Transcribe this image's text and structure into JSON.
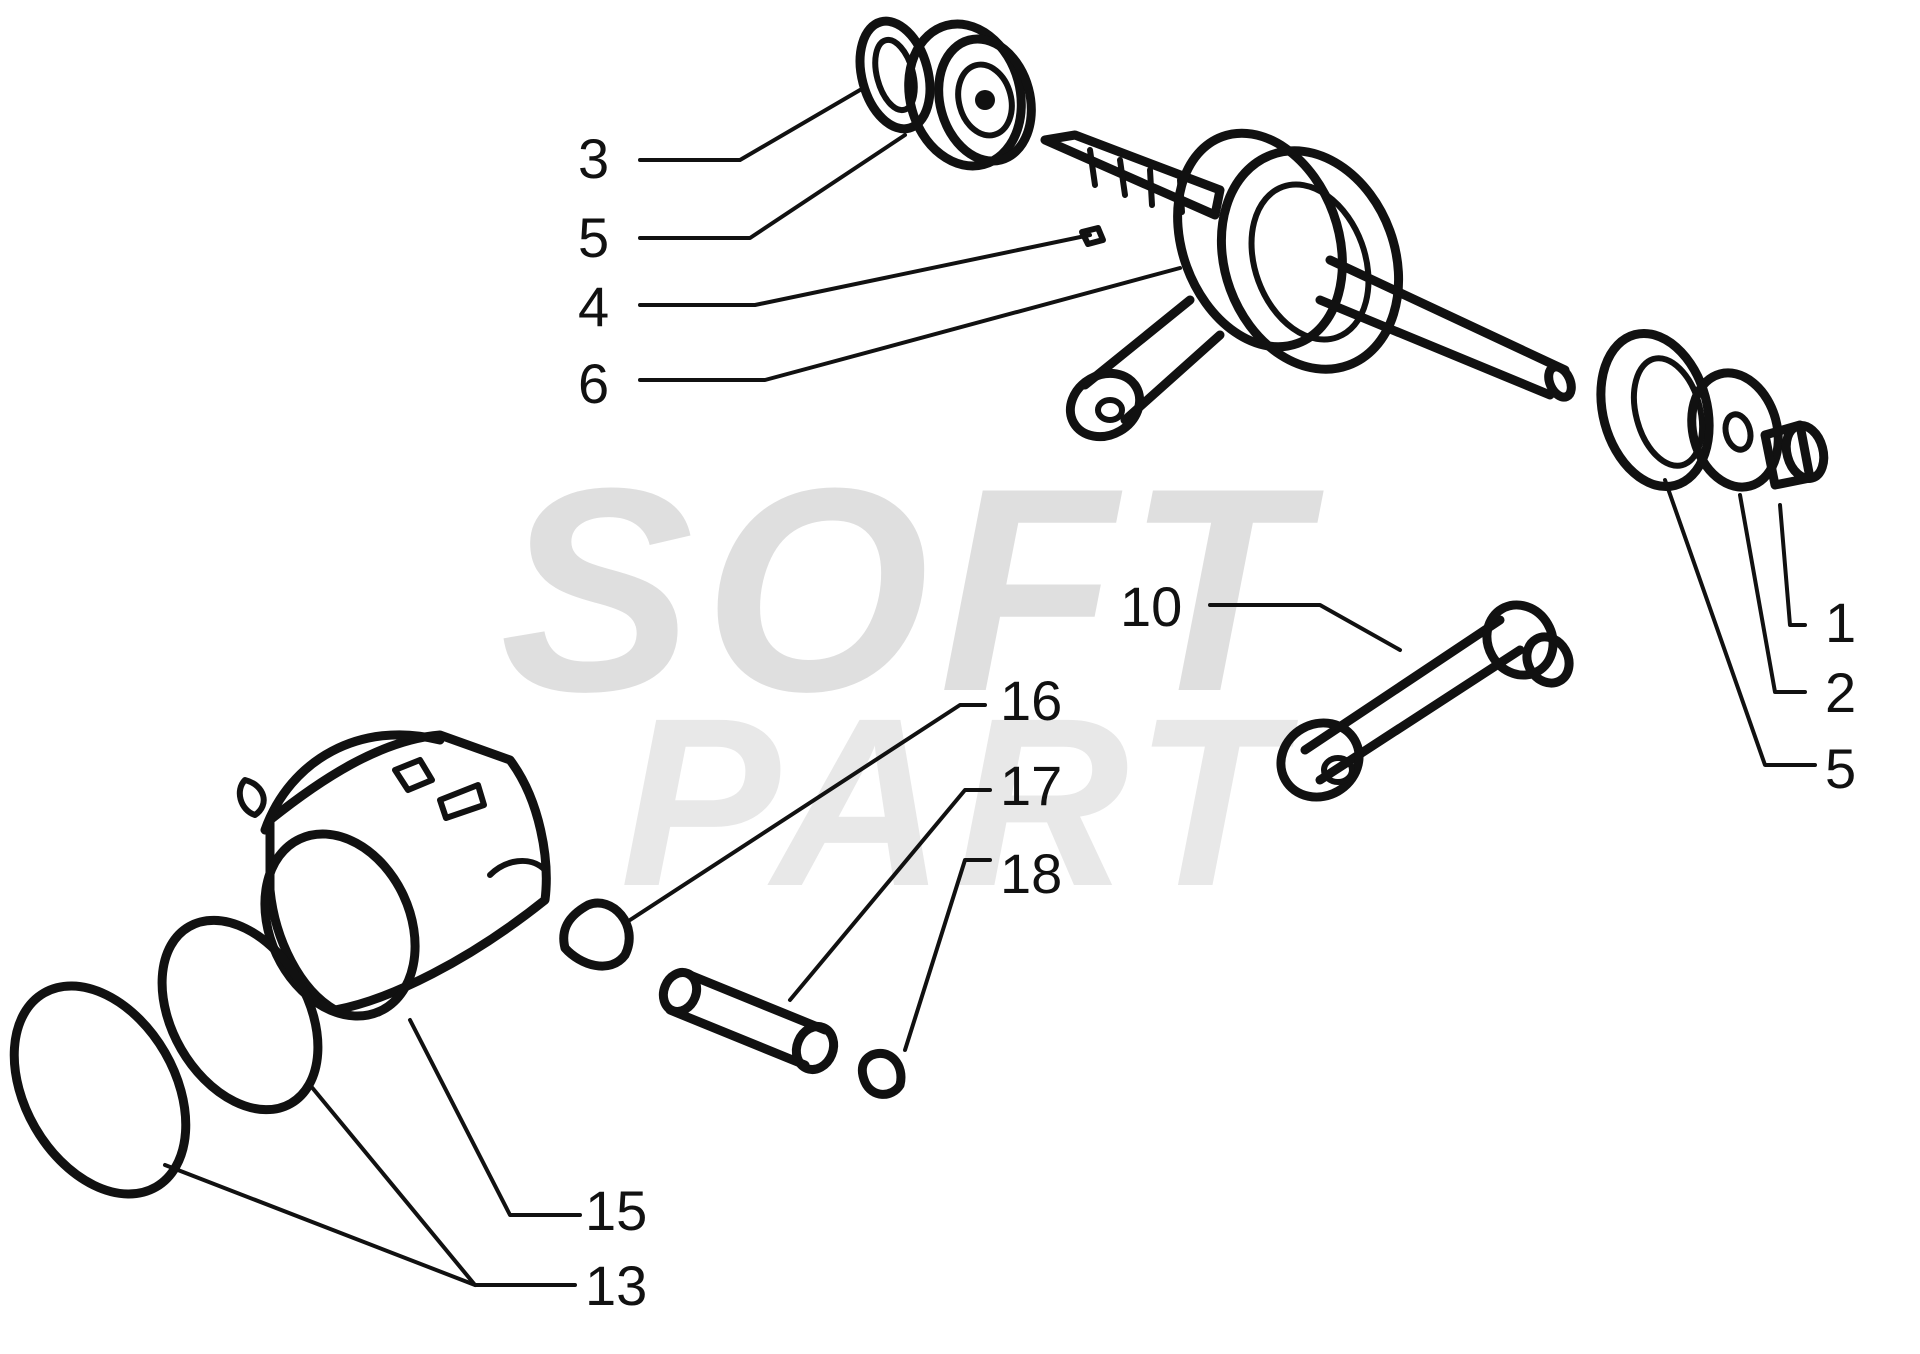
{
  "diagram": {
    "watermark": {
      "line1": "SOFT",
      "line2": "PART",
      "color": "#d6d6d6"
    },
    "callouts": [
      {
        "id": "c3",
        "text": "3"
      },
      {
        "id": "c5a",
        "text": "5"
      },
      {
        "id": "c4",
        "text": "4"
      },
      {
        "id": "c6",
        "text": "6"
      },
      {
        "id": "c10",
        "text": "10"
      },
      {
        "id": "c1",
        "text": "1"
      },
      {
        "id": "c2",
        "text": "2"
      },
      {
        "id": "c5b",
        "text": "5"
      },
      {
        "id": "c16",
        "text": "16"
      },
      {
        "id": "c17",
        "text": "17"
      },
      {
        "id": "c18",
        "text": "18"
      },
      {
        "id": "c15",
        "text": "15"
      },
      {
        "id": "c13",
        "text": "13"
      }
    ],
    "colors": {
      "ink": "#111111",
      "background": "#ffffff"
    }
  }
}
